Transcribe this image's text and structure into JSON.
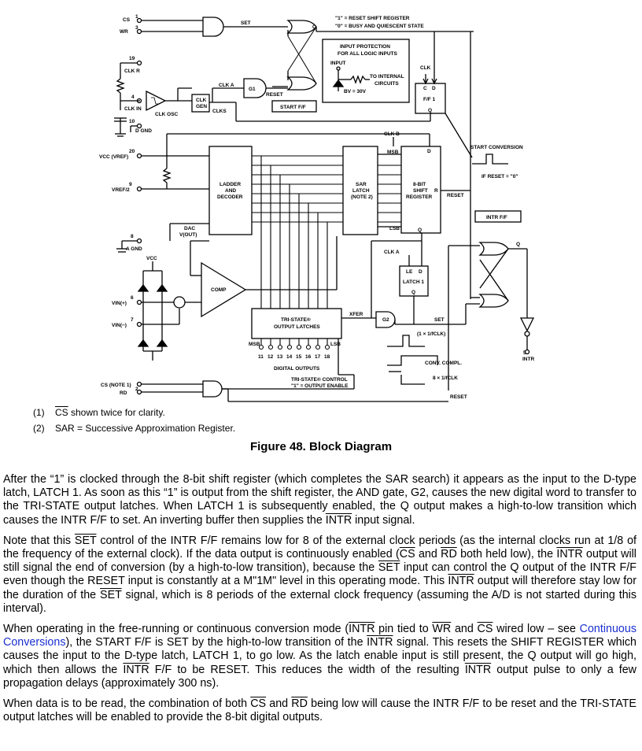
{
  "diagram": {
    "cs_top": "CS",
    "wr": "WR",
    "pin1": "1",
    "pin3": "3",
    "set_line": "SET",
    "q_top": "Q",
    "reset_note_1": "\"1\" = RESET SHIFT REGISTER",
    "reset_note_2": "\"0\" = BUSY AND QUIESCENT STATE",
    "protection_title_1": "INPUT PROTECTION",
    "protection_title_2": "FOR ALL LOGIC INPUTS",
    "protection_input": "INPUT",
    "protection_to_1": "TO INTERNAL",
    "protection_to_2": "CIRCUITS",
    "protection_bv": "BV = 30V",
    "clk_ff": "CLK",
    "ff1_c": "C",
    "ff1_d": "D",
    "ff1_name": "F/F 1",
    "ff1_q": "Q",
    "pin19": "19",
    "clk_r": "CLK R",
    "pin4": "4",
    "clk_in": "CLK IN",
    "clk_osc": "CLK OSC",
    "clk_gen_1": "CLK",
    "clk_gen_2": "GEN",
    "clks": "CLKS",
    "clk_a": "CLK A",
    "g1": "G1",
    "reset_g1": "RESET",
    "start_ff": "START F/F",
    "pin10": "10",
    "d_gnd": "D GND",
    "clk_b": "CLK B",
    "msb_sr": "MSB",
    "d_sr": "D",
    "start_conv": "START CONVERSION",
    "pin20": "20",
    "vcc_vref": "VCC (VREF)",
    "ladder_1": "LADDER",
    "ladder_2": "AND",
    "ladder_3": "DECODER",
    "sar_1": "SAR",
    "sar_2": "LATCH",
    "sar_3": "(NOTE 2)",
    "sr_1": "8-BIT",
    "sr_2": "SHIFT",
    "sr_3": "REGISTER",
    "sr_r": "R",
    "sr_reset": "RESET",
    "if_reset": "IF RESET = \"0\"",
    "pin9": "9",
    "vref2": "VREF/2",
    "intr_ff": "INTR F/F",
    "lsb_sr": "LSB",
    "q_sr": "Q",
    "dac_1": "DAC",
    "dac_2": "V(OUT)",
    "pin8": "8",
    "a_gnd": "A GND",
    "clk_a2": "CLK A",
    "le": "LE",
    "d_latch": "D",
    "latch1": "LATCH 1",
    "q_latch": "Q",
    "q_intr": "Q",
    "vcc": "VCC",
    "comp": "COMP",
    "pin6": "6",
    "vin_plus": "VIN(+)",
    "pin7": "7",
    "vin_minus": "VIN(−)",
    "tri_1": "TRI-STATE®",
    "tri_2": "OUTPUT LATCHES",
    "xfer": "XFER",
    "g2": "G2",
    "set_low": "SET",
    "clk_note": "(1 × 1/fCLK)",
    "conv_compl": "CONV. COMPL.",
    "clk8": "8 × 1/fCLK",
    "msb_out": "MSB",
    "lsb_out": "LSB",
    "bit_pins": [
      "11",
      "12",
      "13",
      "14",
      "15",
      "16",
      "17",
      "18"
    ],
    "digital_outputs": "DIGITAL OUTPUTS",
    "pin5": "5",
    "intr": "INTR",
    "cs_note": "CS (NOTE 1)",
    "rd": "RD",
    "pin2": "2",
    "tri_ctl_1": "TRI-STATE® CONTROL",
    "tri_ctl_2": "\"1\" = OUTPUT ENABLE",
    "reset_bottom": "RESET"
  },
  "notes": [
    {
      "num": "(1)",
      "over": "CS",
      "text": " shown twice for clarity."
    },
    {
      "num": "(2)",
      "over": "",
      "text": "SAR = Successive Approximation Register."
    }
  ],
  "caption": "Figure 48.  Block Diagram",
  "p1": {
    "a": "After the “1” is clocked through the 8-bit shift register (which completes the SAR search) it appears as the input to the D-type latch, LATCH 1. As soon as this “1” is output from the shift register, the AND gate, G2, causes the new digital word to transfer to the TRI-STATE output latches. When LATCH 1 is subsequently enabled, the Q output makes a high-to-low transition which causes the INTR F/F to set. An inverting buffer then supplies the ",
    "intr": "INTR",
    "b": " input signal."
  },
  "p2": {
    "a": "Note that this ",
    "set": "SET",
    "b": " control of the INTR F/F remains low for 8 of the external clock periods (as the internal clocks run at 1/8 of the frequency of the external clock). If the data output is continuously enabled (",
    "cs": "CS",
    "c": " and ",
    "rd": "RD",
    "d": " both held low), the ",
    "intr": "INTR",
    "e": " output will still signal the end of conversion (by a high-to-low transition), because the ",
    "set2": "SET",
    "f": " input can control the Q output of the INTR F/F even though the RESET input is constantly at a M\"1M\" level in this operating mode. This ",
    "intr2": "INTR",
    "g": " output will therefore stay low for the duration of the ",
    "set3": "SET",
    "h": " signal, which is 8 periods of the external clock frequency (assuming the A/D is not started during this interval)."
  },
  "p3": {
    "a": "When operating in the free-running or continuous conversion mode (",
    "intr": "INTR",
    "b": " pin tied to ",
    "wr": "WR",
    "c": " and ",
    "cs": "CS",
    "d": " wired low – see ",
    "link": "Continuous Conversions",
    "e": "), the START F/F is SET by the high-to-low transition of the ",
    "intr2": "INTR",
    "f": " signal. This resets the SHIFT REGISTER which causes the input to the D-type latch, LATCH 1, to go low. As the latch enable input is still present, the Q output will go high, which then allows the ",
    "intr3": "INTR",
    "g": " F/F to be RESET. This reduces the width of the resulting ",
    "intr4": "INTR",
    "h": " output pulse to only a few propagation delays (approximately 300 ns)."
  },
  "p4": {
    "a": "When data is to be read, the combination of both ",
    "cs": "CS",
    "b": " and ",
    "rd": "RD",
    "c": " being low will cause the INTR F/F to be reset and the TRI-STATE output latches will be enabled to provide the 8-bit digital outputs."
  }
}
